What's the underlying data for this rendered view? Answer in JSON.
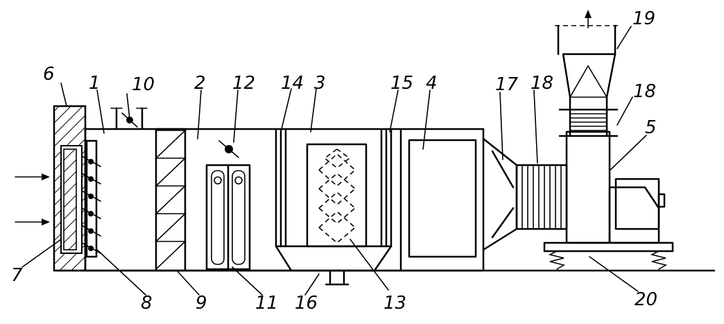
{
  "labels": {
    "n1": "1",
    "n2": "2",
    "n3": "3",
    "n4": "4",
    "n5": "5",
    "n6": "6",
    "n7": "7",
    "n8": "8",
    "n9": "9",
    "n10": "10",
    "n11": "11",
    "n12": "12",
    "n13": "13",
    "n14": "14",
    "n15": "15",
    "n16": "16",
    "n17": "17",
    "n18a": "18",
    "n18b": "18",
    "n19": "19",
    "n20": "20"
  }
}
